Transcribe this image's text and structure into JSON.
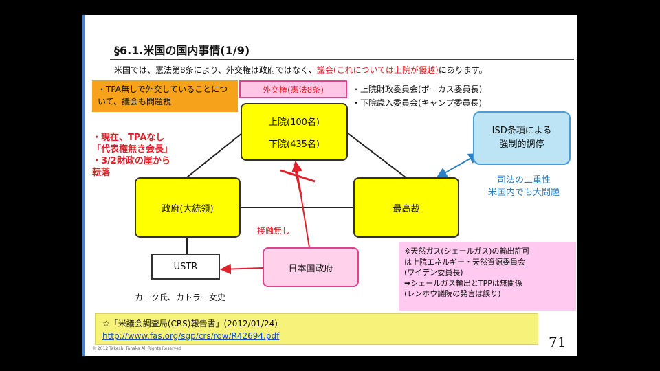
{
  "slide": {
    "title": "§6.1.米国の国内事情(1/9)",
    "intro": {
      "prefix": "米国では、憲法第8条により、外交権は政府ではなく、",
      "highlight": "議会(これについては上院が優越)",
      "suffix": "にあります。"
    },
    "diagram": {
      "foreign_affairs_label": "外交権(憲法8条)",
      "diet": {
        "upper": "上院(100名)",
        "lower": "下院(435名)"
      },
      "executive": "政府(大統領)",
      "supreme_court": "最高裁",
      "japan_government": "日本国政府",
      "no_contact": "接触無し",
      "ustr": "USTR",
      "ustr_people": "カーク氏、カトラー女史"
    },
    "orange_note": "・TPA無しで外交していることについて、議会も問題視",
    "red_note": {
      "lines": [
        "・現在、TPAなし",
        "「代表権無き会長」",
        "・3/2財政の崖から",
        "転落"
      ]
    },
    "committees": [
      "・上院財政委員会(ボーカス委員長)",
      "・下院歳入委員会(キャンプ委員長)"
    ],
    "isd_box": {
      "line1": "ISD条項による",
      "line2": "強制的調停"
    },
    "judicial_note": {
      "line1": "司法の二重性",
      "line2": "米国内でも大問題"
    },
    "gas_note": {
      "lines": [
        "※天然ガス(シェールガス)の輸出許可",
        "は上院エネルギー・天然資源委員会",
        "(ワイデン委員長)",
        "➡シェールガス輸出とTPPは無関係",
        "(レンホウ議院の発言は誤り)"
      ]
    },
    "source": {
      "citation": "☆「米議会調査局(CRS)報告書」(2012/01/24)",
      "url": "http://www.fas.org/sgp/crs/row/R42694.pdf"
    },
    "page_number": "71",
    "copyright": "© 2012 Takeshi Tanaka All Rights Reserved"
  },
  "colors": {
    "accent_blue": "#4a7fd0",
    "yellow": "#ffff00",
    "orange": "#f6a21a",
    "pink": "#ffc6e6",
    "red_text": "#e0202a",
    "light_blue_box": "#bde4f4",
    "link_blue": "#1a4fc4",
    "source_yellow": "#f7f27a"
  }
}
